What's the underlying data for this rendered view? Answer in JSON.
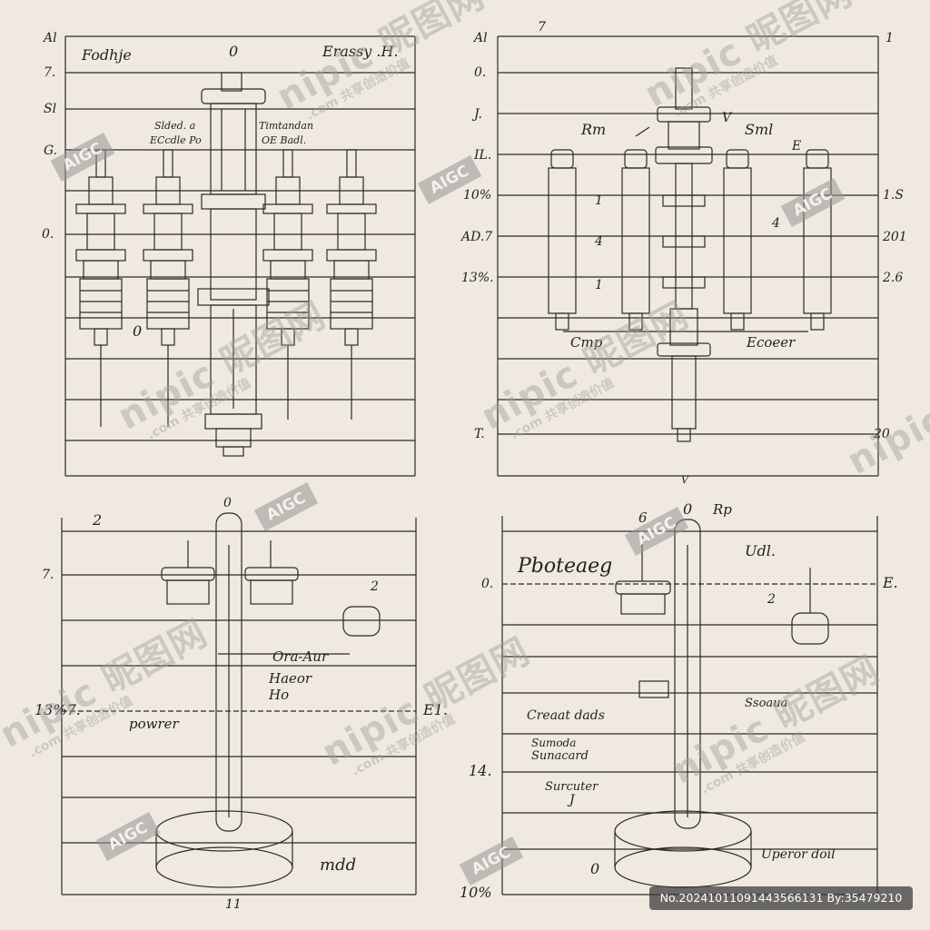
{
  "panels": {
    "top_left": {
      "margin_marks": [
        "Al",
        "7.",
        "Sl",
        "G.",
        "0."
      ],
      "labels": [
        "Fodhje",
        "0",
        "Erassy .H.",
        "Slded. a",
        "ECcdle Po",
        "Timtandan",
        "OE Badl.",
        "0"
      ]
    },
    "top_right": {
      "margin_marks": [
        "Al",
        "0.",
        "J.",
        "IL.",
        "10%",
        "AD.7",
        "13%.",
        "T."
      ],
      "right_marks": [
        "1",
        "1.S",
        "201",
        "2.6",
        "20"
      ],
      "labels": [
        "7",
        "Rm",
        "Sml",
        "E",
        "1",
        "4",
        "1",
        "4",
        "V",
        "Cmp",
        "Ecoeer",
        "V"
      ]
    },
    "bottom_left": {
      "margin_marks": [
        "2",
        "7.",
        "13%7.",
        "11"
      ],
      "right_marks": [
        "E1."
      ],
      "labels": [
        "0",
        "Ora-Aur",
        "Haeor",
        "Ho",
        "powrer",
        "mdd",
        "2"
      ]
    },
    "bottom_right": {
      "margin_marks": [
        "0.",
        "14.",
        "10%"
      ],
      "right_marks": [
        "E."
      ],
      "labels": [
        "Pboteaeg",
        "6",
        "0",
        "Rp",
        "Udl.",
        "Creaat dads",
        "Sunacard",
        "Ssoaua",
        "Sumoda",
        "Surcuter",
        "J",
        "0",
        "Uperor doil",
        "2"
      ]
    }
  },
  "watermarks": [
    "nipic 昵图网",
    ".com 共享创造价值"
  ],
  "aigc_badge": "AIGC",
  "footer_id": "No.20241011091443566131 By:35479210"
}
